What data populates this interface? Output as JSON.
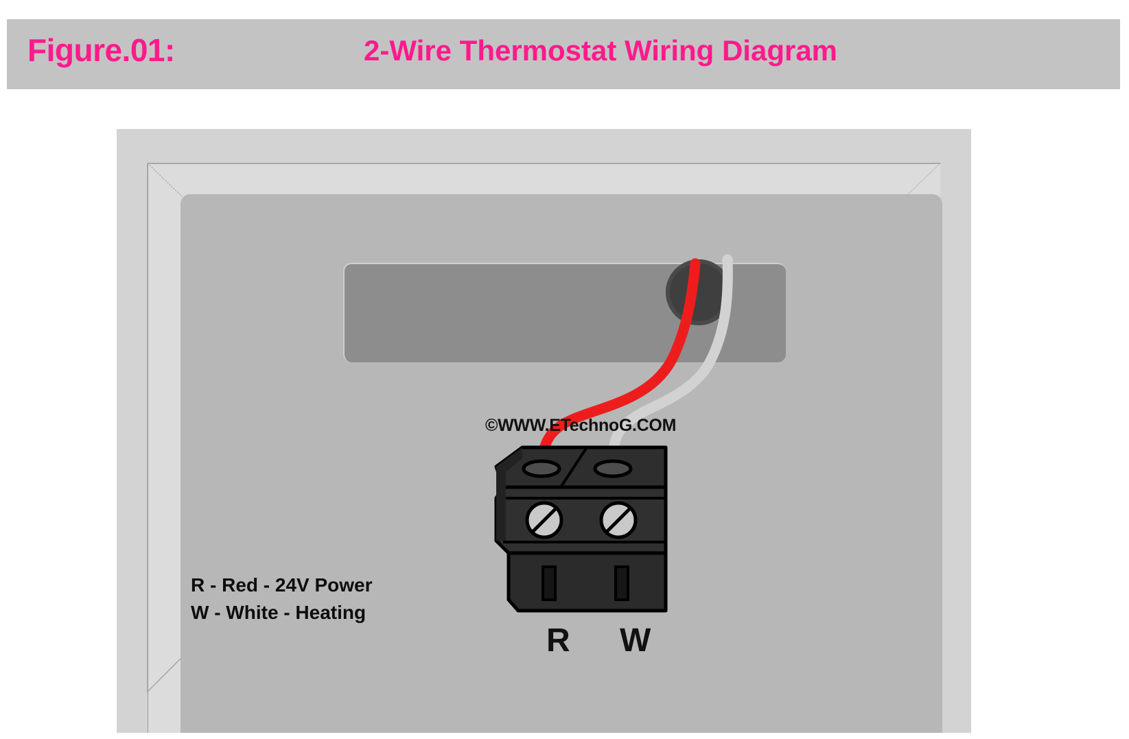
{
  "header": {
    "figure_label": "Figure.01:",
    "title": "2-Wire Thermostat Wiring Diagram",
    "accent_color": "#ff1a8c",
    "bar_color": "#c3c3c3"
  },
  "watermark": {
    "text": "©WWW.ETechnoG.COM"
  },
  "device": {
    "name": "thermostat-enclosure",
    "body_color": "#b7b7b7",
    "frame_color": "#dcdcdc",
    "shadow_color": "#d3d3d3",
    "display_color": "#8d8d8d",
    "wire_hole_color": "#3f3f3f"
  },
  "terminal_block": {
    "body_color": "#2e2e2e",
    "outline_color": "#000000",
    "screw_color": "#c9c9c9",
    "terminals": [
      {
        "id": "terminal-r",
        "label": "R",
        "wire_color": "#ee1d1d",
        "wire_name": "red"
      },
      {
        "id": "terminal-w",
        "label": "W",
        "wire_color": "#d2d2d2",
        "wire_name": "white"
      }
    ]
  },
  "legend": {
    "lines": [
      "R - Red - 24V Power",
      "W - White - Heating"
    ]
  }
}
